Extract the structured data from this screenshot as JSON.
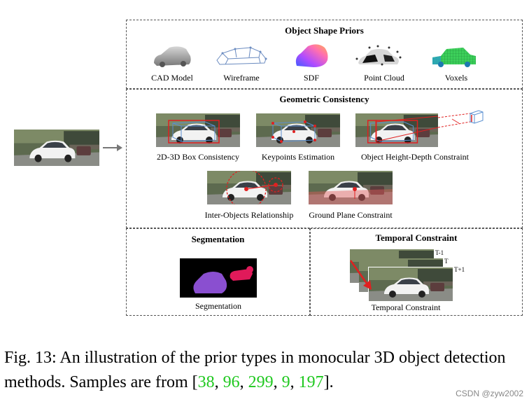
{
  "priors_title": "Object Shape Priors",
  "priors": [
    {
      "label": "CAD Model",
      "icon": "cad-model-icon"
    },
    {
      "label": "Wireframe",
      "icon": "wireframe-icon"
    },
    {
      "label": "SDF",
      "icon": "sdf-icon"
    },
    {
      "label": "Point Cloud",
      "icon": "point-cloud-icon"
    },
    {
      "label": "Voxels",
      "icon": "voxels-icon"
    }
  ],
  "geo_title": "Geometric Consistency",
  "geo_items": [
    {
      "label": "2D-3D Box Consistency"
    },
    {
      "label": "Keypoints Estimation"
    },
    {
      "label": "Object Height-Depth Constraint"
    },
    {
      "label": "Inter-Objects Relationship"
    },
    {
      "label": "Ground Plane Constraint"
    }
  ],
  "seg_title": "Segmentation",
  "seg_label": "Segmentation",
  "temp_title": "Temporal Constraint",
  "temp_label": "Temporal Constraint",
  "temp_frames": [
    "T-1",
    "T",
    "T+1"
  ],
  "caption": {
    "prefix": "Fig. 13: An illustration of the prior types in monocular 3D object detection methods. Samples are from [",
    "refs": [
      "38",
      "96",
      "299",
      "9",
      "197"
    ],
    "suffix": "]."
  },
  "watermark": "CSDN @zyw2002",
  "colors": {
    "ref": "#1ec81e",
    "annotation": "#e02020",
    "box": "#5a8fd0",
    "segmentation_car": "#8a4fd0",
    "segmentation_other": "#e01a5a"
  }
}
